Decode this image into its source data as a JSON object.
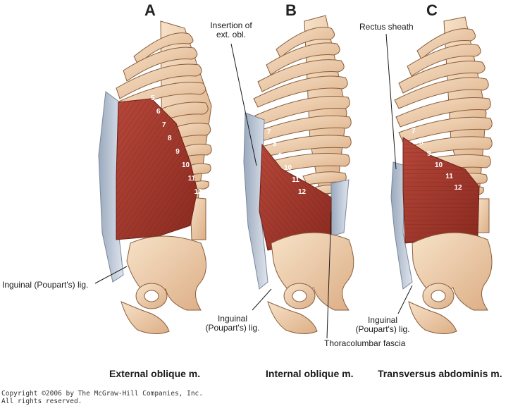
{
  "panels": [
    {
      "letter": "A",
      "caption": "External oblique m.",
      "rib_numbers": [
        "5",
        "6",
        "7",
        "8",
        "9",
        "10",
        "11",
        "12"
      ]
    },
    {
      "letter": "B",
      "caption": "Internal oblique m.",
      "rib_numbers": [
        "7",
        "8",
        "9",
        "10",
        "11",
        "12"
      ]
    },
    {
      "letter": "C",
      "caption": "Transversus abdominis m.",
      "rib_numbers": [
        "7",
        "8",
        "9",
        "10",
        "11",
        "12"
      ]
    }
  ],
  "labels": {
    "inguinal_a": "Inguinal (Poupart's) lig.",
    "insertion_line1": "Insertion of",
    "insertion_line2": "ext. obl.",
    "inguinal_b_line1": "Inguinal",
    "inguinal_b_line2": "(Poupart's) lig.",
    "thoracolumbar": "Thoracolumbar fascia",
    "rectus_sheath": "Rectus sheath",
    "inguinal_c_line1": "Inguinal",
    "inguinal_c_line2": "(Poupart's) lig."
  },
  "copyright": {
    "line1": "Copyright ©2006 by The McGraw-Hill Companies, Inc.",
    "line2": "All rights reserved."
  },
  "colors": {
    "muscle": "#a63a2c",
    "bone": "#f1d3b3",
    "fascia": "#c5cfdc"
  }
}
